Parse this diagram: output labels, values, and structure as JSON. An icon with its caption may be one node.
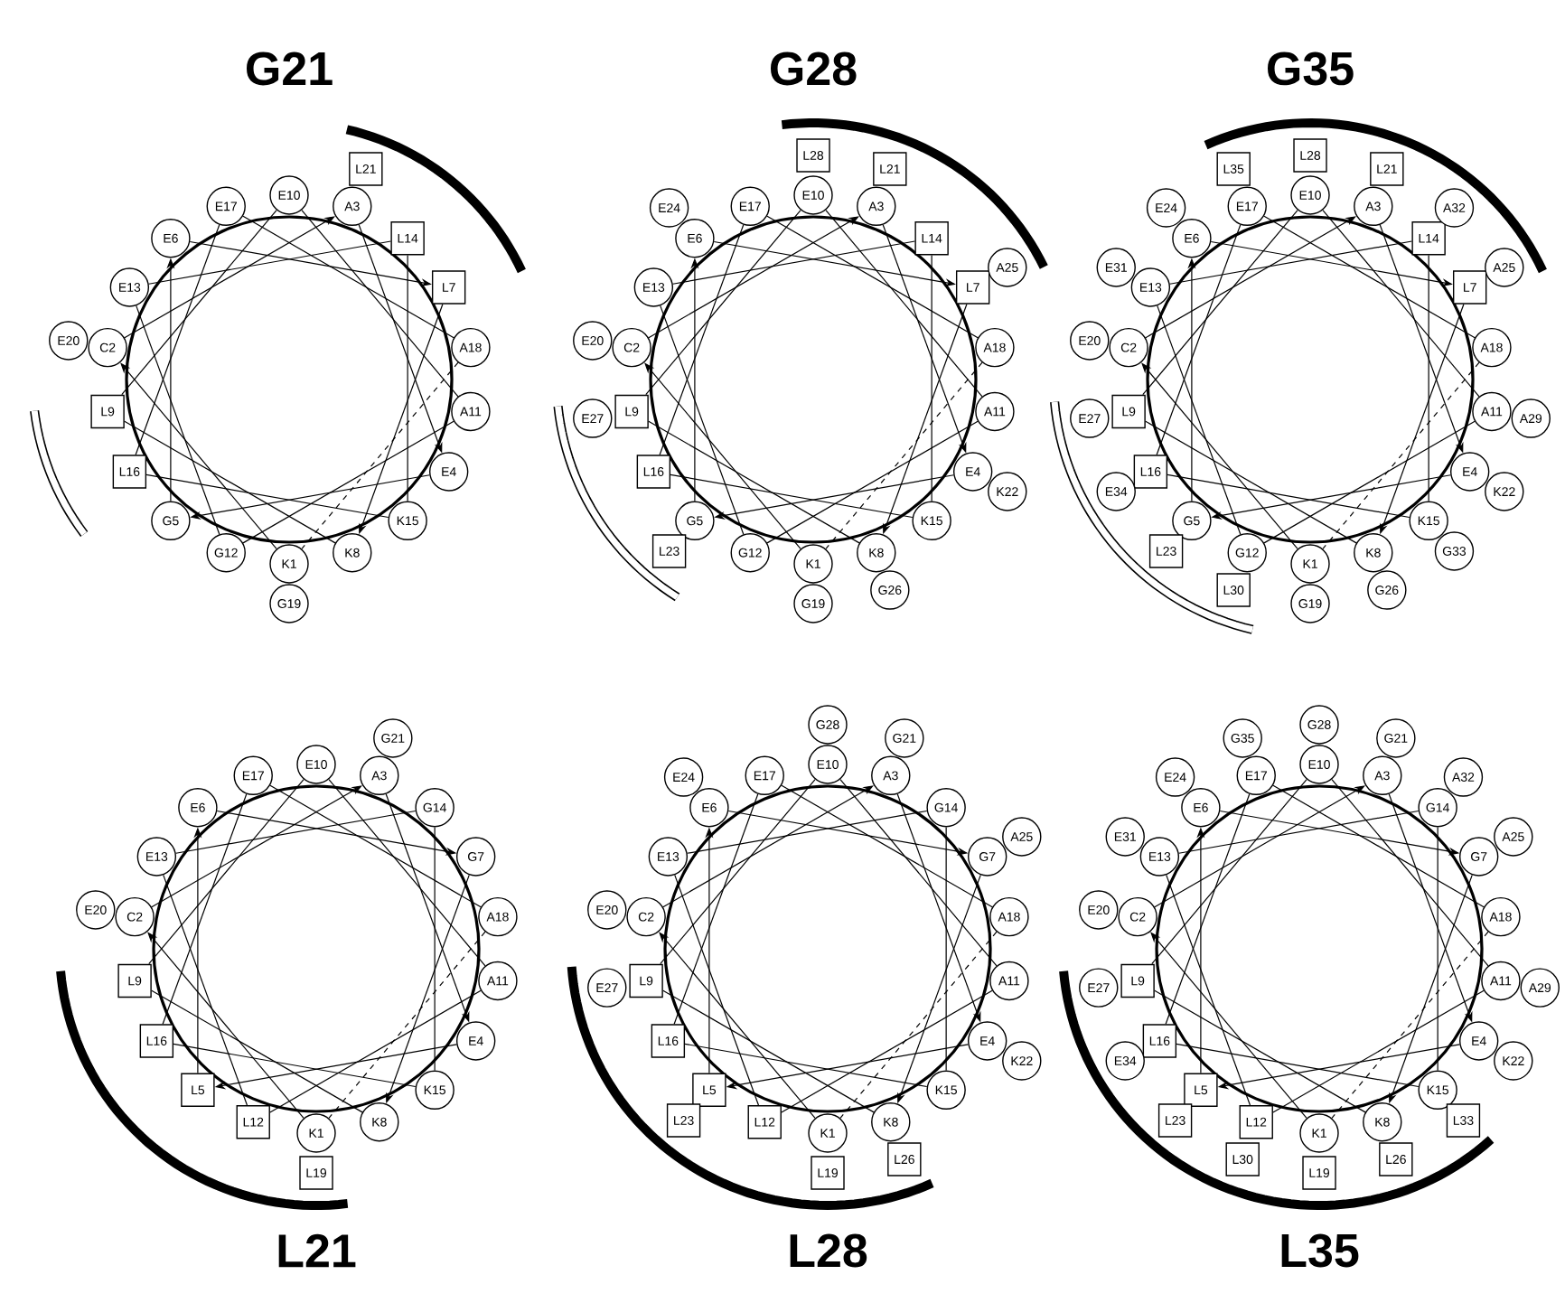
{
  "diagram": {
    "nodes": [
      {
        "text": [
          "K1"
        ]
      },
      {
        "text": [
          "C2"
        ]
      },
      {
        "text": [
          "A3"
        ]
      },
      {
        "text": [
          "E4"
        ]
      },
      {
        "text": [
          "G5"
        ]
      },
      {
        "text": [
          "E6"
        ]
      },
      {
        "text": [
          "L7"
        ]
      },
      {
        "text": [
          "K8"
        ]
      },
      {
        "text": [
          "L9"
        ]
      },
      {
        "text": [
          "E10"
        ]
      },
      {
        "text": [
          "A11"
        ]
      },
      {
        "text": [
          "G12"
        ]
      },
      {
        "text": [
          "E13"
        ]
      },
      {
        "text": [
          "L14"
        ]
      },
      {
        "text": [
          "K15"
        ]
      },
      {
        "text": [
          "L16"
        ]
      },
      {
        "text": [
          "E17"
        ]
      },
      {
        "text": [
          "A18"
        ]
      },
      {
        "text": [
          "G19"
        ]
      },
      {
        "text": [
          "E20"
        ]
      },
      {
        "text": [
          "L21"
        ]
      },
      {
        "text": [
          "K1"
        ]
      },
      {
        "text": [
          "C2"
        ]
      },
      {
        "text": [
          "A3"
        ]
      },
      {
        "text": [
          "E4"
        ]
      },
      {
        "text": [
          "G5"
        ]
      },
      {
        "text": [
          "E6"
        ]
      },
      {
        "text": [
          "L7"
        ]
      },
      {
        "text": [
          "K8"
        ]
      },
      {
        "text": [
          "L9"
        ]
      },
      {
        "text": [
          "E10"
        ]
      },
      {
        "text": [
          "A11"
        ]
      },
      {
        "text": [
          "G12"
        ]
      },
      {
        "text": [
          "E13"
        ]
      },
      {
        "text": [
          "L14"
        ]
      },
      {
        "text": [
          "K15"
        ]
      },
      {
        "text": [
          "L16"
        ]
      },
      {
        "text": [
          "E17"
        ]
      },
      {
        "text": [
          "A18"
        ]
      },
      {
        "text": [
          "G19"
        ]
      },
      {
        "text": [
          "E20"
        ]
      },
      {
        "text": [
          "L21"
        ]
      },
      {
        "text": [
          "K22"
        ]
      },
      {
        "text": [
          "L23"
        ]
      },
      {
        "text": [
          "E24"
        ]
      },
      {
        "text": [
          "A25"
        ]
      },
      {
        "text": [
          "G26"
        ]
      },
      {
        "text": [
          "E27"
        ]
      },
      {
        "text": [
          "L28"
        ]
      },
      {
        "text": [
          "K1"
        ]
      },
      {
        "text": [
          "C2"
        ]
      },
      {
        "text": [
          "A3"
        ]
      },
      {
        "text": [
          "E4"
        ]
      },
      {
        "text": [
          "G5"
        ]
      },
      {
        "text": [
          "E6"
        ]
      },
      {
        "text": [
          "L7"
        ]
      },
      {
        "text": [
          "K8"
        ]
      },
      {
        "text": [
          "L9"
        ]
      },
      {
        "text": [
          "E10"
        ]
      },
      {
        "text": [
          "A11"
        ]
      },
      {
        "text": [
          "G12"
        ]
      },
      {
        "text": [
          "E13"
        ]
      },
      {
        "text": [
          "L14"
        ]
      },
      {
        "text": [
          "K15"
        ]
      },
      {
        "text": [
          "L16"
        ]
      },
      {
        "text": [
          "E17"
        ]
      },
      {
        "text": [
          "A18"
        ]
      },
      {
        "text": [
          "G19"
        ]
      },
      {
        "text": [
          "E20"
        ]
      },
      {
        "text": [
          "L21"
        ]
      },
      {
        "text": [
          "K22"
        ]
      },
      {
        "text": [
          "L23"
        ]
      },
      {
        "text": [
          "E24"
        ]
      },
      {
        "text": [
          "A25"
        ]
      },
      {
        "text": [
          "G26"
        ]
      },
      {
        "text": [
          "E27"
        ]
      },
      {
        "text": [
          "L28"
        ]
      },
      {
        "text": [
          "A29"
        ]
      },
      {
        "text": [
          "L30"
        ]
      },
      {
        "text": [
          "E31"
        ]
      },
      {
        "text": [
          "A32"
        ]
      },
      {
        "text": [
          "G33"
        ]
      },
      {
        "text": [
          "E34"
        ]
      },
      {
        "text": [
          "L35"
        ]
      },
      {
        "text": [
          "K1"
        ]
      },
      {
        "text": [
          "C2"
        ]
      },
      {
        "text": [
          "A3"
        ]
      },
      {
        "text": [
          "E4"
        ]
      },
      {
        "text": [
          "L5"
        ]
      },
      {
        "text": [
          "E6"
        ]
      },
      {
        "text": [
          "G7"
        ]
      },
      {
        "text": [
          "K8"
        ]
      },
      {
        "text": [
          "L9"
        ]
      },
      {
        "text": [
          "E10"
        ]
      },
      {
        "text": [
          "A11"
        ]
      },
      {
        "text": [
          "L12"
        ]
      },
      {
        "text": [
          "E13"
        ]
      },
      {
        "text": [
          "G14"
        ]
      },
      {
        "text": [
          "K15"
        ]
      },
      {
        "text": [
          "L16"
        ]
      },
      {
        "text": [
          "E17"
        ]
      },
      {
        "text": [
          "A18"
        ]
      },
      {
        "text": [
          "L19"
        ]
      },
      {
        "text": [
          "E20"
        ]
      },
      {
        "text": [
          "G21"
        ]
      },
      {
        "text": [
          "K1"
        ]
      },
      {
        "text": [
          "C2"
        ]
      },
      {
        "text": [
          "A3"
        ]
      },
      {
        "text": [
          "E4"
        ]
      },
      {
        "text": [
          "L5"
        ]
      },
      {
        "text": [
          "E6"
        ]
      },
      {
        "text": [
          "G7"
        ]
      },
      {
        "text": [
          "K8"
        ]
      },
      {
        "text": [
          "L9"
        ]
      },
      {
        "text": [
          "E10"
        ]
      },
      {
        "text": [
          "A11"
        ]
      },
      {
        "text": [
          "L12"
        ]
      },
      {
        "text": [
          "E13"
        ]
      },
      {
        "text": [
          "G14"
        ]
      },
      {
        "text": [
          "K15"
        ]
      },
      {
        "text": [
          "L16"
        ]
      },
      {
        "text": [
          "E17"
        ]
      },
      {
        "text": [
          "A18"
        ]
      },
      {
        "text": [
          "L19"
        ]
      },
      {
        "text": [
          "E20"
        ]
      },
      {
        "text": [
          "G21"
        ]
      },
      {
        "text": [
          "K22"
        ]
      },
      {
        "text": [
          "L23"
        ]
      },
      {
        "text": [
          "E24"
        ]
      },
      {
        "text": [
          "A25"
        ]
      },
      {
        "text": [
          "L26"
        ]
      },
      {
        "text": [
          "E27"
        ]
      },
      {
        "text": [
          "G28"
        ]
      },
      {
        "text": [
          "K1"
        ]
      },
      {
        "text": [
          "C2"
        ]
      },
      {
        "text": [
          "A3"
        ]
      },
      {
        "text": [
          "E4"
        ]
      },
      {
        "text": [
          "L5"
        ]
      },
      {
        "text": [
          "E6"
        ]
      },
      {
        "text": [
          "G7"
        ]
      },
      {
        "text": [
          "K8"
        ]
      },
      {
        "text": [
          "L9"
        ]
      },
      {
        "text": [
          "E10"
        ]
      },
      {
        "text": [
          "A11"
        ]
      },
      {
        "text": [
          "L12"
        ]
      },
      {
        "text": [
          "E13"
        ]
      },
      {
        "text": [
          "G14"
        ]
      },
      {
        "text": [
          "K15"
        ]
      },
      {
        "text": [
          "L16"
        ]
      },
      {
        "text": [
          "E17"
        ]
      },
      {
        "text": [
          "A18"
        ]
      },
      {
        "text": [
          "L19"
        ]
      },
      {
        "text": [
          "E20"
        ]
      },
      {
        "text": [
          "G21"
        ]
      },
      {
        "text": [
          "K22"
        ]
      },
      {
        "text": [
          "L23"
        ]
      },
      {
        "text": [
          "E24"
        ]
      },
      {
        "text": [
          "A25"
        ]
      },
      {
        "text": [
          "L26"
        ]
      },
      {
        "text": [
          "E27"
        ]
      },
      {
        "text": [
          "G28"
        ]
      },
      {
        "text": [
          "A29"
        ]
      },
      {
        "text": [
          "L30"
        ]
      },
      {
        "text": [
          "E31"
        ]
      },
      {
        "text": [
          "A32"
        ]
      },
      {
        "text": [
          "L33"
        ]
      },
      {
        "text": [
          "E34"
        ]
      },
      {
        "text": [
          "G35"
        ]
      }
    ],
    "edges": [
      {
        "from": 0,
        "to": 1,
        "arrow": "to"
      },
      {
        "from": 1,
        "to": 2,
        "arrow": "to"
      },
      {
        "from": 2,
        "to": 3,
        "arrow": "to"
      },
      {
        "from": 3,
        "to": 4,
        "arrow": "to"
      },
      {
        "from": 4,
        "to": 5,
        "arrow": "to"
      },
      {
        "from": 5,
        "to": 6,
        "arrow": "to"
      },
      {
        "from": 6,
        "to": 7,
        "arrow": "to"
      },
      {
        "from": 7,
        "to": 8,
        "arrow": "none"
      },
      {
        "from": 8,
        "to": 9,
        "arrow": "none"
      },
      {
        "from": 9,
        "to": 10,
        "arrow": "none"
      },
      {
        "from": 10,
        "to": 11,
        "arrow": "none"
      },
      {
        "from": 11,
        "to": 12,
        "arrow": "none"
      },
      {
        "from": 12,
        "to": 13,
        "arrow": "none"
      },
      {
        "from": 13,
        "to": 14,
        "arrow": "none"
      },
      {
        "from": 14,
        "to": 15,
        "arrow": "none"
      },
      {
        "from": 15,
        "to": 16,
        "arrow": "none"
      },
      {
        "from": 16,
        "to": 17,
        "arrow": "none"
      },
      {
        "from": 17,
        "to": 0,
        "arrow": "none",
        "style": "dashed"
      },
      {
        "from": 21,
        "to": 22,
        "arrow": "to"
      },
      {
        "from": 22,
        "to": 23,
        "arrow": "to"
      },
      {
        "from": 23,
        "to": 24,
        "arrow": "to"
      },
      {
        "from": 24,
        "to": 25,
        "arrow": "to"
      },
      {
        "from": 25,
        "to": 26,
        "arrow": "to"
      },
      {
        "from": 26,
        "to": 27,
        "arrow": "to"
      },
      {
        "from": 27,
        "to": 28,
        "arrow": "to"
      },
      {
        "from": 28,
        "to": 29,
        "arrow": "none"
      },
      {
        "from": 29,
        "to": 30,
        "arrow": "none"
      },
      {
        "from": 30,
        "to": 31,
        "arrow": "none"
      },
      {
        "from": 31,
        "to": 32,
        "arrow": "none"
      },
      {
        "from": 32,
        "to": 33,
        "arrow": "none"
      },
      {
        "from": 33,
        "to": 34,
        "arrow": "none"
      },
      {
        "from": 34,
        "to": 35,
        "arrow": "none"
      },
      {
        "from": 35,
        "to": 36,
        "arrow": "none"
      },
      {
        "from": 36,
        "to": 37,
        "arrow": "none"
      },
      {
        "from": 37,
        "to": 38,
        "arrow": "none"
      },
      {
        "from": 38,
        "to": 21,
        "arrow": "none",
        "style": "dashed"
      },
      {
        "from": 49,
        "to": 50,
        "arrow": "to"
      },
      {
        "from": 50,
        "to": 51,
        "arrow": "to"
      },
      {
        "from": 51,
        "to": 52,
        "arrow": "to"
      },
      {
        "from": 52,
        "to": 53,
        "arrow": "to"
      },
      {
        "from": 53,
        "to": 54,
        "arrow": "to"
      },
      {
        "from": 54,
        "to": 55,
        "arrow": "to"
      },
      {
        "from": 55,
        "to": 56,
        "arrow": "to"
      },
      {
        "from": 56,
        "to": 57,
        "arrow": "none"
      },
      {
        "from": 57,
        "to": 58,
        "arrow": "none"
      },
      {
        "from": 58,
        "to": 59,
        "arrow": "none"
      },
      {
        "from": 59,
        "to": 60,
        "arrow": "none"
      },
      {
        "from": 60,
        "to": 61,
        "arrow": "none"
      },
      {
        "from": 61,
        "to": 62,
        "arrow": "none"
      },
      {
        "from": 62,
        "to": 63,
        "arrow": "none"
      },
      {
        "from": 63,
        "to": 64,
        "arrow": "none"
      },
      {
        "from": 64,
        "to": 65,
        "arrow": "none"
      },
      {
        "from": 65,
        "to": 66,
        "arrow": "none"
      },
      {
        "from": 66,
        "to": 49,
        "arrow": "none",
        "style": "dashed"
      },
      {
        "from": 84,
        "to": 85,
        "arrow": "to"
      },
      {
        "from": 85,
        "to": 86,
        "arrow": "to"
      },
      {
        "from": 86,
        "to": 87,
        "arrow": "to"
      },
      {
        "from": 87,
        "to": 88,
        "arrow": "to"
      },
      {
        "from": 88,
        "to": 89,
        "arrow": "to"
      },
      {
        "from": 89,
        "to": 90,
        "arrow": "to"
      },
      {
        "from": 90,
        "to": 91,
        "arrow": "to"
      },
      {
        "from": 91,
        "to": 92,
        "arrow": "none"
      },
      {
        "from": 92,
        "to": 93,
        "arrow": "none"
      },
      {
        "from": 93,
        "to": 94,
        "arrow": "none"
      },
      {
        "from": 94,
        "to": 95,
        "arrow": "none"
      },
      {
        "from": 95,
        "to": 96,
        "arrow": "none"
      },
      {
        "from": 96,
        "to": 97,
        "arrow": "none"
      },
      {
        "from": 97,
        "to": 98,
        "arrow": "none"
      },
      {
        "from": 98,
        "to": 99,
        "arrow": "none"
      },
      {
        "from": 99,
        "to": 100,
        "arrow": "none"
      },
      {
        "from": 100,
        "to": 101,
        "arrow": "none"
      },
      {
        "from": 101,
        "to": 84,
        "arrow": "none",
        "style": "dashed"
      },
      {
        "from": 105,
        "to": 106,
        "arrow": "to"
      },
      {
        "from": 106,
        "to": 107,
        "arrow": "to"
      },
      {
        "from": 107,
        "to": 108,
        "arrow": "to"
      },
      {
        "from": 108,
        "to": 109,
        "arrow": "to"
      },
      {
        "from": 109,
        "to": 110,
        "arrow": "to"
      },
      {
        "from": 110,
        "to": 111,
        "arrow": "to"
      },
      {
        "from": 111,
        "to": 112,
        "arrow": "to"
      },
      {
        "from": 112,
        "to": 113,
        "arrow": "none"
      },
      {
        "from": 113,
        "to": 114,
        "arrow": "none"
      },
      {
        "from": 114,
        "to": 115,
        "arrow": "none"
      },
      {
        "from": 115,
        "to": 116,
        "arrow": "none"
      },
      {
        "from": 116,
        "to": 117,
        "arrow": "none"
      },
      {
        "from": 117,
        "to": 118,
        "arrow": "none"
      },
      {
        "from": 118,
        "to": 119,
        "arrow": "none"
      },
      {
        "from": 119,
        "to": 120,
        "arrow": "none"
      },
      {
        "from": 120,
        "to": 121,
        "arrow": "none"
      },
      {
        "from": 121,
        "to": 122,
        "arrow": "none"
      },
      {
        "from": 122,
        "to": 105,
        "arrow": "none",
        "style": "dashed"
      },
      {
        "from": 133,
        "to": 134,
        "arrow": "to"
      },
      {
        "from": 134,
        "to": 135,
        "arrow": "to"
      },
      {
        "from": 135,
        "to": 136,
        "arrow": "to"
      },
      {
        "from": 136,
        "to": 137,
        "arrow": "to"
      },
      {
        "from": 137,
        "to": 138,
        "arrow": "to"
      },
      {
        "from": 138,
        "to": 139,
        "arrow": "to"
      },
      {
        "from": 139,
        "to": 140,
        "arrow": "to"
      },
      {
        "from": 140,
        "to": 141,
        "arrow": "none"
      },
      {
        "from": 141,
        "to": 142,
        "arrow": "none"
      },
      {
        "from": 142,
        "to": 143,
        "arrow": "none"
      },
      {
        "from": 143,
        "to": 144,
        "arrow": "none"
      },
      {
        "from": 144,
        "to": 145,
        "arrow": "none"
      },
      {
        "from": 145,
        "to": 146,
        "arrow": "none"
      },
      {
        "from": 146,
        "to": 147,
        "arrow": "none"
      },
      {
        "from": 147,
        "to": 148,
        "arrow": "none"
      },
      {
        "from": 148,
        "to": 149,
        "arrow": "none"
      },
      {
        "from": 149,
        "to": 150,
        "arrow": "none"
      },
      {
        "from": 150,
        "to": 133,
        "arrow": "none",
        "style": "dashed"
      }
    ],
    "labels": [
      "G21",
      "G28",
      "G35",
      "L21",
      "L28",
      "L35"
    ]
  }
}
